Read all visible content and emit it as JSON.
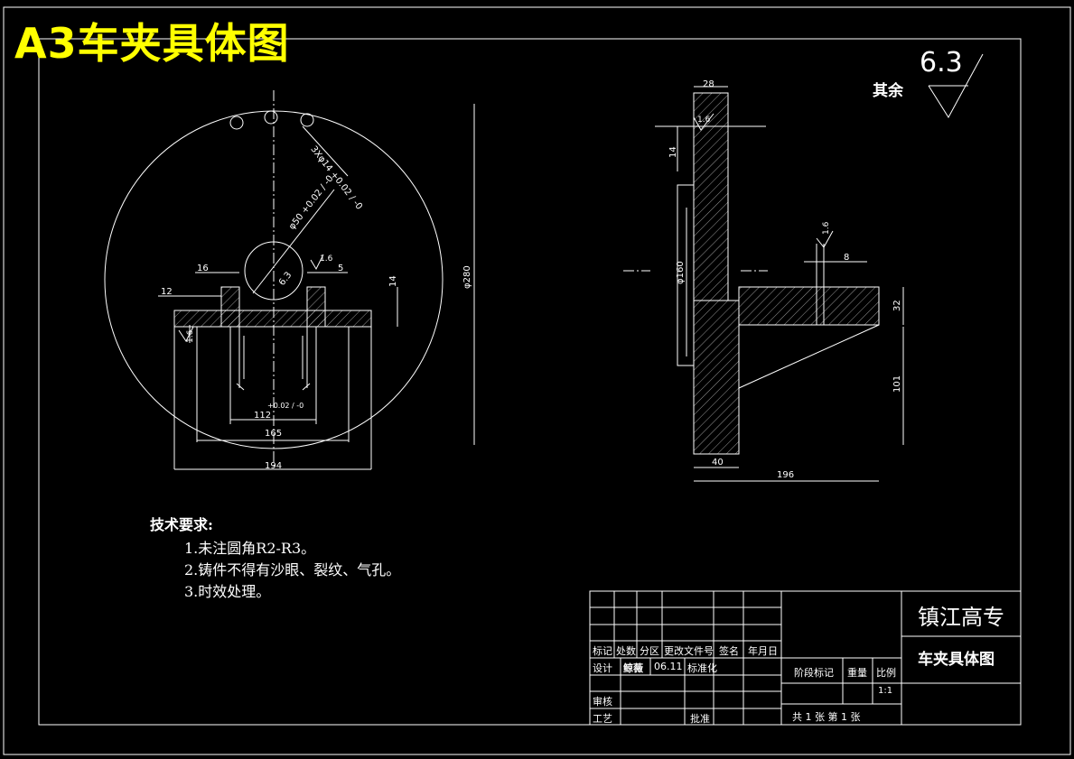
{
  "header": {
    "title": "A3车夹具体图"
  },
  "surface_note": {
    "label": "其余",
    "roughness": "6.3"
  },
  "dimensions": {
    "front": {
      "holes_3x": "3Xφ14 +0.02 / -0",
      "bore": "φ50 +0.02 / -0",
      "rough_bore": "6.3",
      "rough_slot": "1.6",
      "rough_bottom": "1.6",
      "w16": "16",
      "w5": "5",
      "w12": "12",
      "h14": "14",
      "w112": "112",
      "tol112": "+0.02 / -0",
      "w165": "165",
      "w194": "194",
      "dia280": "φ280"
    },
    "side": {
      "w28": "28",
      "h14": "14",
      "rough_top": "1.6",
      "rough_right": "1.6",
      "dia160": "φ160",
      "w8": "8",
      "h32": "32",
      "h101": "101",
      "w40": "40",
      "w196": "196"
    }
  },
  "requirements": {
    "heading": "技术要求:",
    "items": [
      "1.未注圆角R2-R3。",
      "2.铸件不得有沙眼、裂纹、气孔。",
      "3.时效处理。"
    ]
  },
  "title_block": {
    "school": "镇江高专",
    "drawing_name": "车夹具体图",
    "row_labels": [
      "标记",
      "处数",
      "分区",
      "更改文件号",
      "签名",
      "年月日"
    ],
    "design_label": "设计",
    "designer": "鲸薇",
    "design_date": "06.11",
    "standard_label": "标准化",
    "stage_label": "阶段标记",
    "weight_label": "重量",
    "scale_label": "比例",
    "scale_value": "1:1",
    "review_label": "审核",
    "process_label": "工艺",
    "approve_label": "批准",
    "sheets": "共 1 张  第 1 张"
  }
}
